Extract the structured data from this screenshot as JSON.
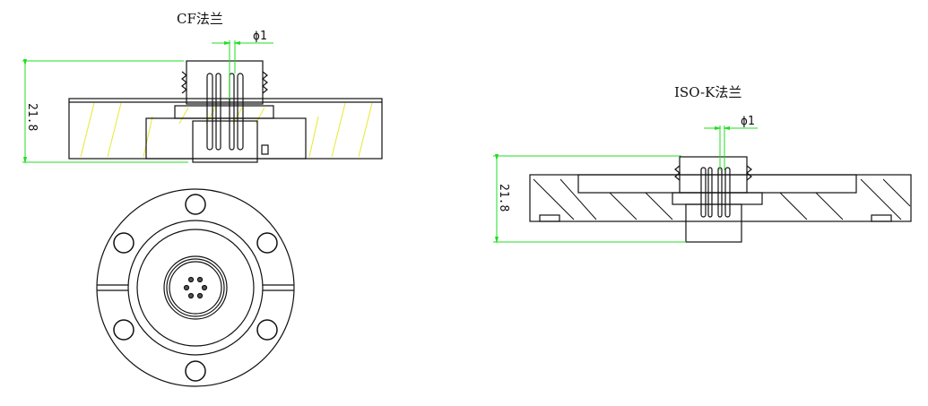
{
  "drawings": [
    {
      "id": "cf",
      "title": "CF法兰",
      "height_dim": "21.8",
      "pin_dim": "ϕ1"
    },
    {
      "id": "iso-k",
      "title": "ISO-K法兰",
      "height_dim": "21.8",
      "pin_dim": "ϕ1"
    }
  ],
  "colors": {
    "dimension": "#22dd22",
    "hatch": "#e8e830",
    "line": "#111111"
  }
}
